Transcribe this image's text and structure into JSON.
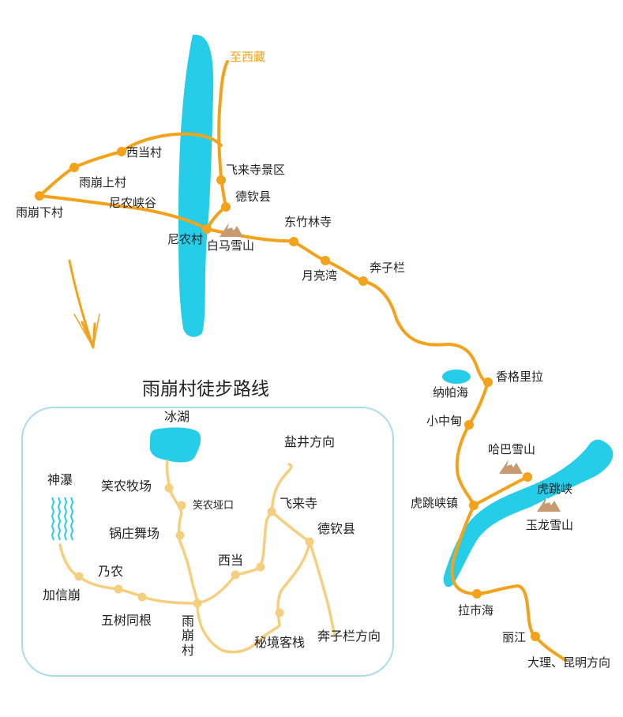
{
  "colors": {
    "route": "#f2a31b",
    "route_light": "#f5cf7e",
    "water": "#26cde8",
    "mountain": "#c79a72",
    "inset_border": "#a9dce9"
  },
  "main_map": {
    "direction_tibet": "至西藏",
    "places": {
      "xidang": "西当村",
      "feilaisi_view": "飞来寺景区",
      "yubeng_upper": "雨崩上村",
      "deqin": "德钦县",
      "yubeng_lower": "雨崩下村",
      "ninong_gorge": "尼农峡谷",
      "dongzhulin": "东竹林寺",
      "ninong_village": "尼农村",
      "baima_mountain": "白马雪山",
      "yueliangwan": "月亮湾",
      "benzilan": "奔子栏",
      "shangrila": "香格里拉",
      "napahai": "纳帕海",
      "xiaozhongdian": "小中甸",
      "haba_mountain": "哈巴雪山",
      "tiger_leaping_gorge": "虎跳峡",
      "tiger_leaping_town": "虎跳峡镇",
      "yulong_mountain": "玉龙雪山",
      "lashihai": "拉市海",
      "lijiang": "丽江",
      "dali_kunming": "大理、昆明方向"
    }
  },
  "inset": {
    "title": "雨崩村徒步路线",
    "places": {
      "ice_lake": "冰湖",
      "yanjing_dir": "盐井方向",
      "shenpu": "神瀑",
      "xiaonong_pasture": "笑农牧场",
      "xiaonong_pass": "笑农垭口",
      "feilaisi": "飞来寺",
      "guozhuang": "锅庄舞场",
      "deqin": "德钦县",
      "xidang": "西当",
      "nainong": "乃农",
      "jiaxinbeng": "加信崩",
      "wushutonggen": "五树同根",
      "yubeng_village": "雨\n崩\n村",
      "mijing_inn": "秘境客栈",
      "benzilan_dir": "奔子栏方向"
    }
  }
}
